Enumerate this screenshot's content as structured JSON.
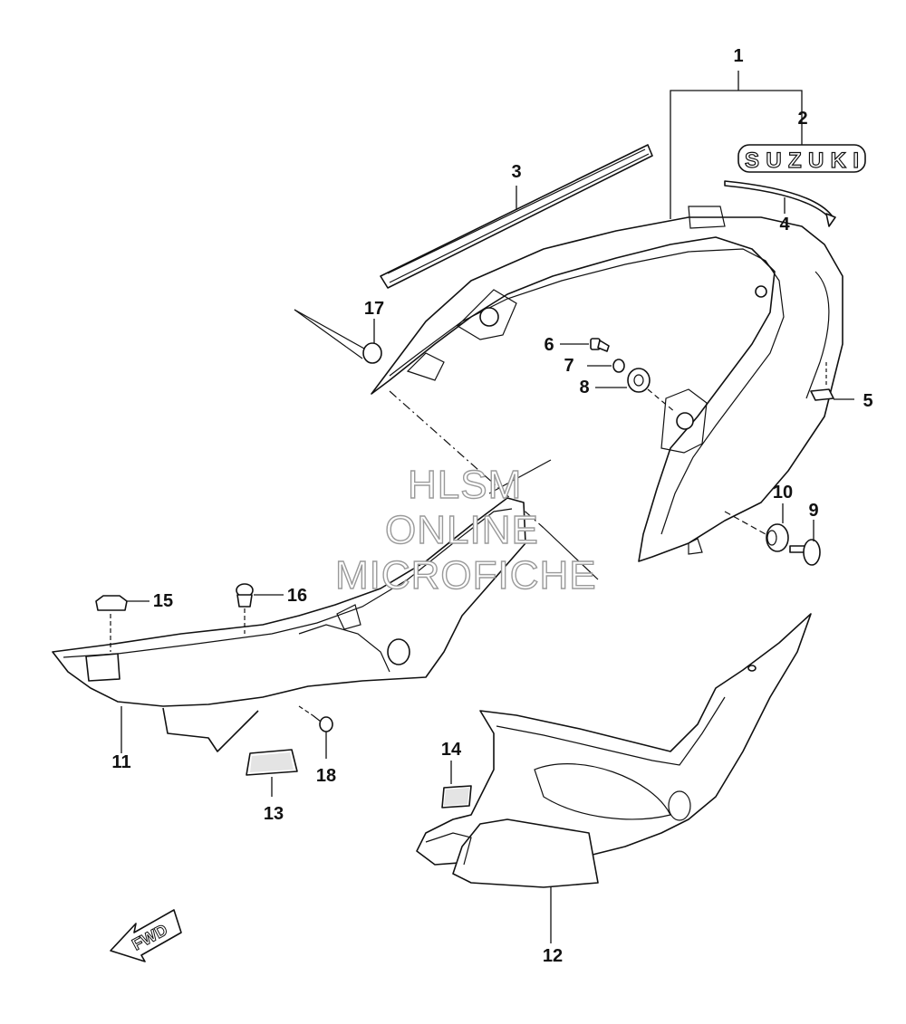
{
  "parts": [
    {
      "num": "1"
    },
    {
      "num": "2"
    },
    {
      "num": "3"
    },
    {
      "num": "4"
    },
    {
      "num": "5"
    },
    {
      "num": "6"
    },
    {
      "num": "7"
    },
    {
      "num": "8"
    },
    {
      "num": "9"
    },
    {
      "num": "10"
    },
    {
      "num": "11"
    },
    {
      "num": "12"
    },
    {
      "num": "13"
    },
    {
      "num": "14"
    },
    {
      "num": "15"
    },
    {
      "num": "16"
    },
    {
      "num": "17"
    },
    {
      "num": "18"
    }
  ],
  "decal_text": "SUZUKI",
  "watermark": {
    "line1": "HLSM",
    "line2": "ONLINE",
    "line3": "MICROFICHE"
  },
  "direction_arrow": {
    "label": "FWD"
  }
}
